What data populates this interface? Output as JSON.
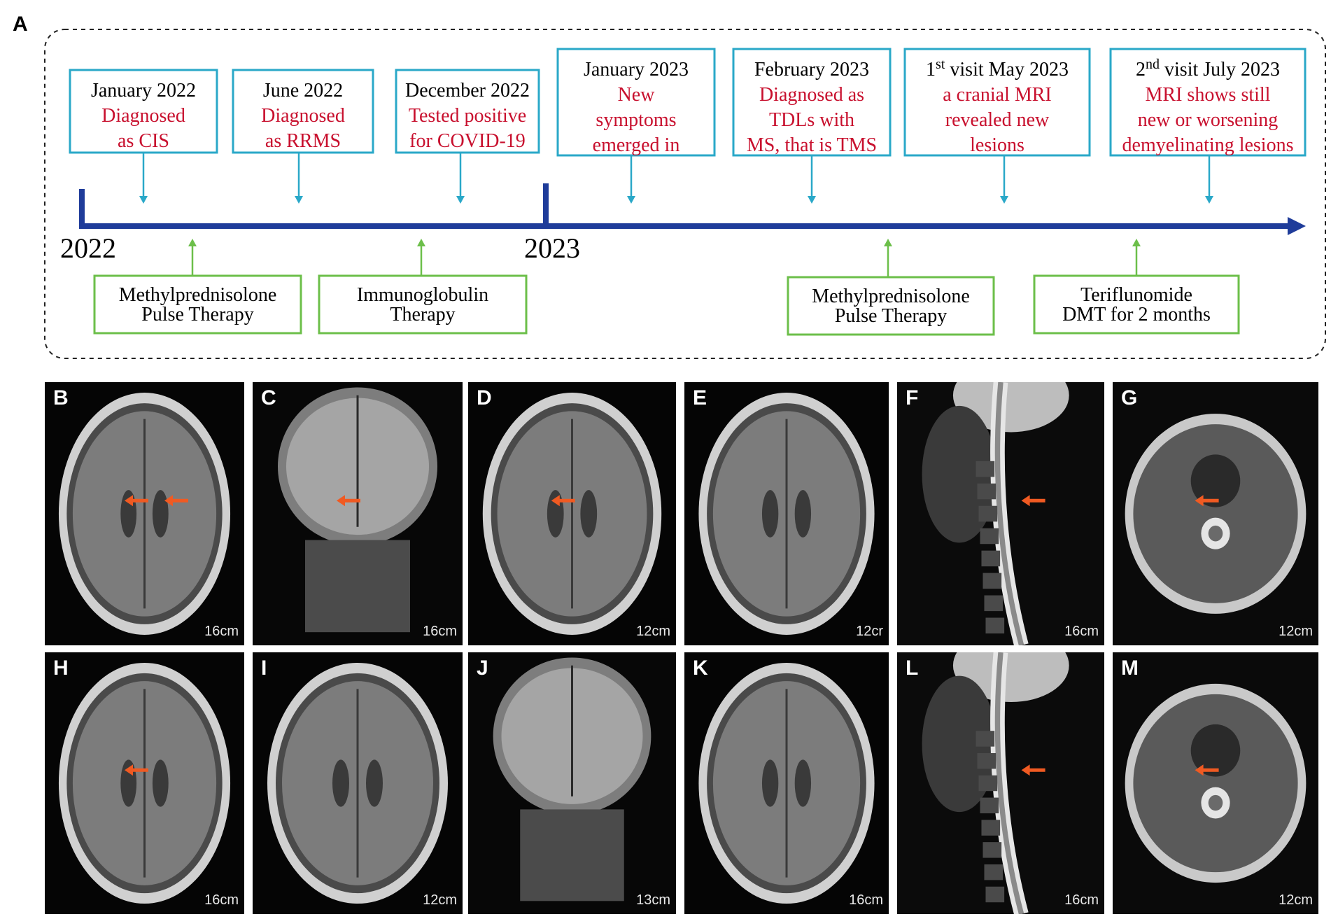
{
  "figure_label": "A",
  "timeline": {
    "years": [
      "2022",
      "2023"
    ],
    "events": [
      {
        "date": "January 2022",
        "lines": [
          "Diagnosed",
          "as CIS"
        ]
      },
      {
        "date": "June 2022",
        "lines": [
          "Diagnosed",
          "as RRMS"
        ]
      },
      {
        "date": "December 2022",
        "lines": [
          "Tested positive",
          "for COVID-19"
        ]
      },
      {
        "date": "January 2023",
        "lines": [
          "New",
          "symptoms",
          "emerged in"
        ]
      },
      {
        "date": "February 2023",
        "lines": [
          "Diagnosed as",
          "TDLs with",
          "MS, that is TMS"
        ]
      },
      {
        "date_ordinal": "1",
        "date_sup": "st",
        "date_rest": " visit May 2023",
        "lines": [
          "a cranial MRI",
          "revealed new",
          "lesions"
        ]
      },
      {
        "date_ordinal": "2",
        "date_sup": "nd",
        "date_rest": " visit July 2023",
        "lines": [
          "MRI shows still",
          "new or worsening",
          "demyelinating lesions"
        ]
      }
    ],
    "treatments": [
      {
        "lines": [
          "Methylprednisolone",
          "Pulse Therapy"
        ]
      },
      {
        "lines": [
          "Immunoglobulin",
          "Therapy"
        ]
      },
      {
        "lines": [
          "Methylprednisolone",
          "Pulse Therapy"
        ]
      },
      {
        "lines": [
          "Teriflunomide",
          "DMT for 2 months"
        ]
      }
    ]
  },
  "colors": {
    "event_border": "#2aa8c8",
    "event_text": "#c8102e",
    "treatment_border": "#6cbf4a",
    "axis": "#1f3c9a",
    "arrow_marker": "#f05a22"
  },
  "mri_panels": [
    {
      "label": "B",
      "view": "axial",
      "scale": "16cm",
      "arrows": 2
    },
    {
      "label": "C",
      "view": "coronal",
      "scale": "16cm",
      "arrows": 1
    },
    {
      "label": "D",
      "view": "axial",
      "scale": "12cm",
      "arrows": 1
    },
    {
      "label": "E",
      "view": "axial",
      "scale": "12cr",
      "arrows": 0
    },
    {
      "label": "F",
      "view": "sagittal-spine",
      "scale": "16cm",
      "arrows": 1
    },
    {
      "label": "G",
      "view": "axial-neck",
      "scale": "12cm",
      "arrows": 1
    },
    {
      "label": "H",
      "view": "axial",
      "scale": "16cm",
      "arrows": 1
    },
    {
      "label": "I",
      "view": "axial",
      "scale": "12cm",
      "arrows": 0
    },
    {
      "label": "J",
      "view": "coronal",
      "scale": "13cm",
      "arrows": 0
    },
    {
      "label": "K",
      "view": "axial",
      "scale": "16cm",
      "arrows": 0
    },
    {
      "label": "L",
      "view": "sagittal-spine",
      "scale": "16cm",
      "arrows": 1
    },
    {
      "label": "M",
      "view": "axial-neck",
      "scale": "12cm",
      "arrows": 1
    }
  ]
}
